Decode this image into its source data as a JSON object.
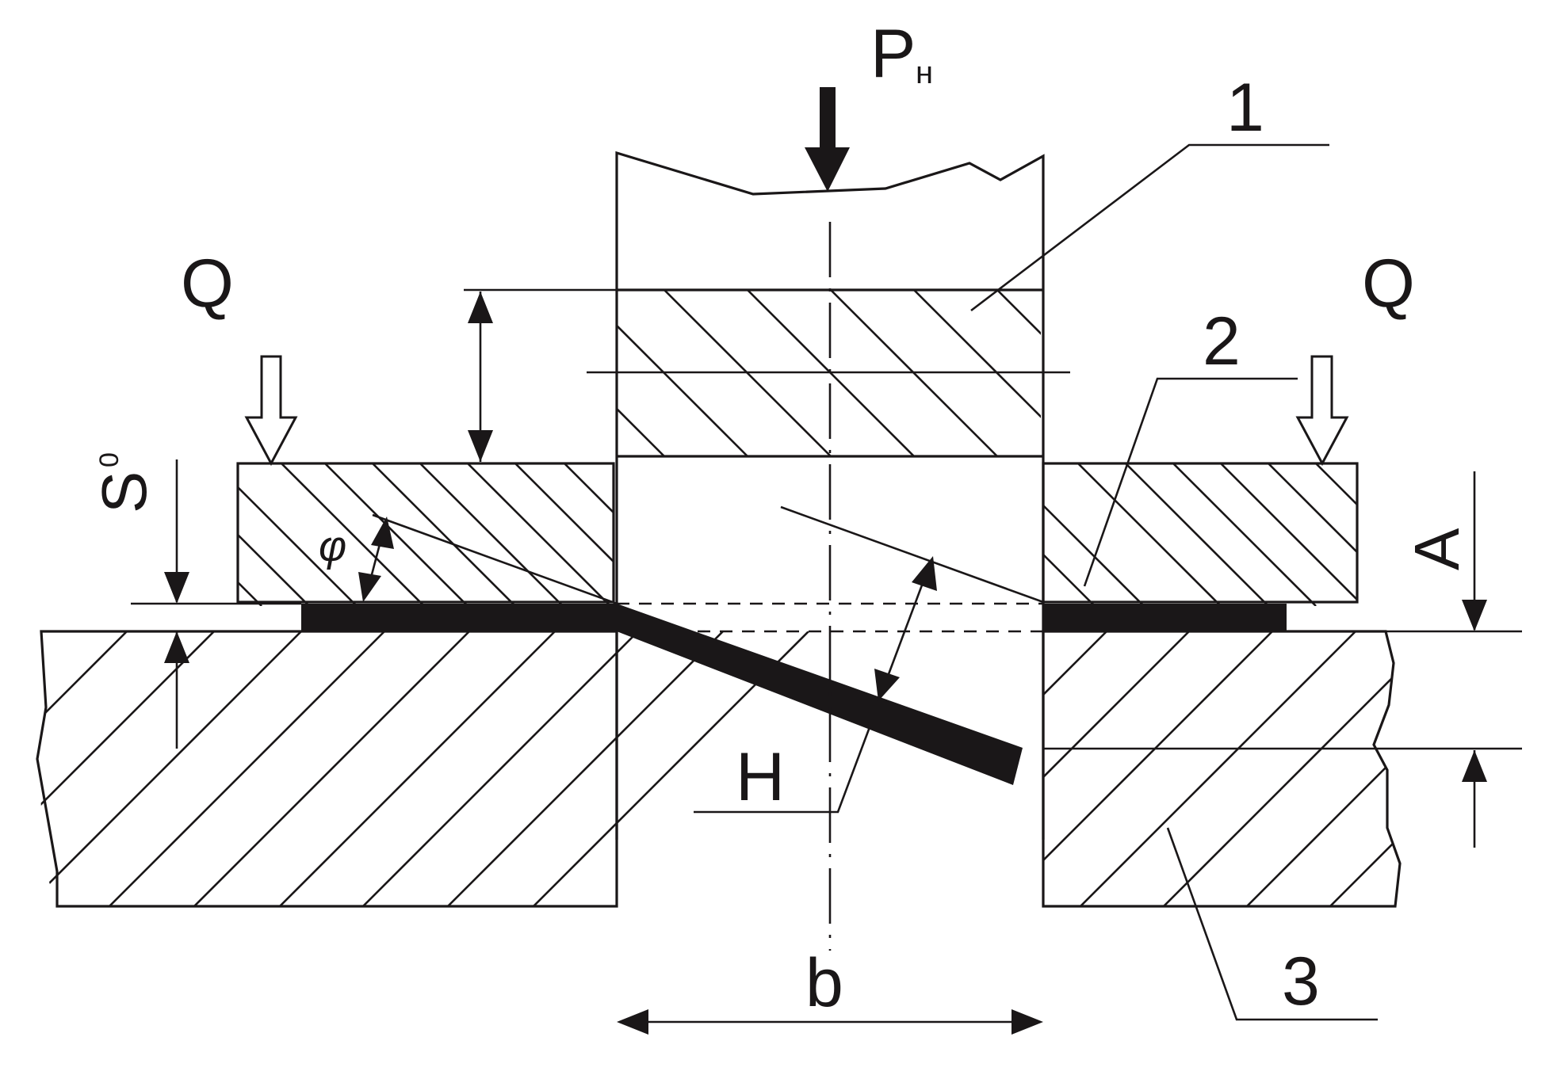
{
  "diagram": {
    "labels": {
      "force_punch_main": "P",
      "force_punch_sub": "н",
      "clamp_left": "Q",
      "clamp_right": "Q",
      "part_1": "1",
      "part_2": "2",
      "part_3": "3",
      "thickness_main": "S",
      "thickness_sub": "0",
      "angle": "φ",
      "height": "H",
      "width": "b",
      "dimension_a": "A"
    },
    "colors": {
      "line": "#1a1718",
      "background": "#ffffff"
    }
  }
}
